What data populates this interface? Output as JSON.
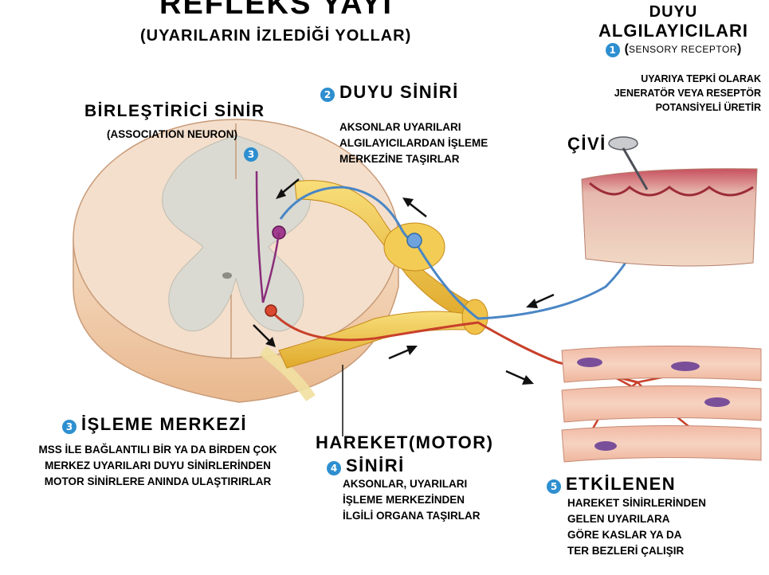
{
  "title": "REFLEKS YAYI",
  "subtitle": "(UYARILARIN İZLEDİĞİ YOLLAR)",
  "badges": {
    "b1": "1",
    "b2": "2",
    "b3": "3",
    "b4": "4",
    "b5": "5"
  },
  "receptor": {
    "heading_1": "DUYU",
    "heading_2": "ALGILAYICILARI",
    "english": "SENSORY RECEPTOR",
    "desc": [
      "UYARIYA TEPKİ OLARAK",
      "JENERATÖR VEYA RESEPTÖR",
      "POTANSİYELİ ÜRETİR"
    ]
  },
  "nail_label": "ÇİVİ",
  "sensory": {
    "heading": "DUYU SİNİRİ",
    "desc": [
      "AKSONLAR UYARILARI",
      "ALGILAYICILARDAN İŞLEME",
      "MERKEZİNE TAŞIRLAR"
    ]
  },
  "association": {
    "heading": "BİRLEŞTİRİCİ SİNİR",
    "english": "(ASSOCIATION NEURON)"
  },
  "processing": {
    "heading": "İŞLEME MERKEZİ",
    "desc": [
      "MSS İLE BAĞLANTILI BİR YA DA BİRDEN ÇOK",
      "MERKEZ UYARILARI DUYU SİNİRLERİNDEN",
      "MOTOR SİNİRLERE ANINDA ULAŞTIRIRLAR"
    ]
  },
  "motor": {
    "heading_1": "HAREKET(MOTOR)",
    "heading_2": "SİNİRİ",
    "desc": [
      "AKSONLAR, UYARILARI",
      "İŞLEME MERKEZİNDEN",
      "İLGİLİ ORGANA TAŞIRLAR"
    ]
  },
  "effector": {
    "heading": "ETKİLENEN",
    "desc": [
      "HAREKET SİNİRLERİNDEN",
      "GELEN UYARILARA",
      "GÖRE KASLAR YA DA",
      "TER BEZLERİ ÇALIŞIR"
    ]
  },
  "colors": {
    "sensory_nerve": "#4a86c5",
    "motor_nerve": "#c8402a",
    "association": "#8a2c7a",
    "badge": "#2e8fd0",
    "spinal_outer": "#f3dccb",
    "nerve_sheath": "#efc84a"
  }
}
